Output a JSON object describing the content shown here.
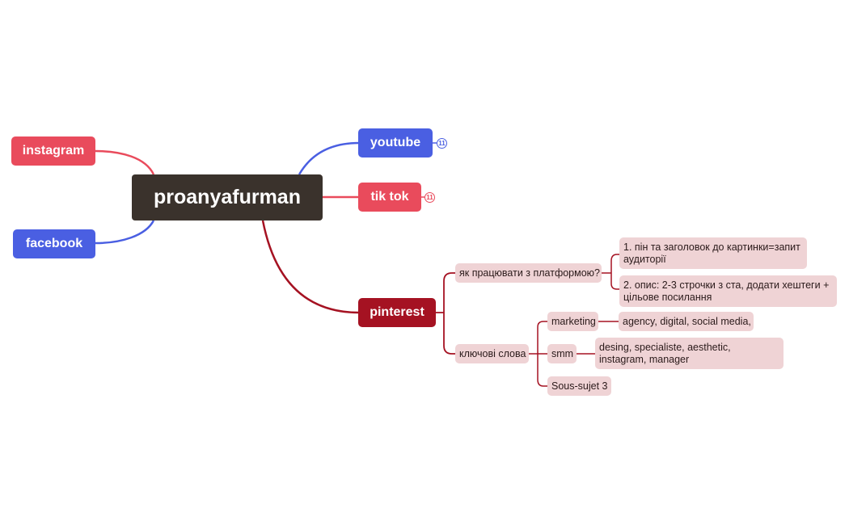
{
  "central": {
    "label": "proanyafurman"
  },
  "topics": {
    "instagram": {
      "label": "instagram"
    },
    "facebook": {
      "label": "facebook"
    },
    "youtube": {
      "label": "youtube",
      "collapsed_badge": "11"
    },
    "tiktok": {
      "label": "tik tok",
      "collapsed_badge": "11"
    },
    "pinterest": {
      "label": "pinterest"
    }
  },
  "pinterest": {
    "how_to": {
      "label": "як працювати з платформою?",
      "items": [
        "1. пін та заголовок до картинки=запит аудиторії",
        "2. опис: 2-3 строчки з ста, додати хештеги + цільове посилання"
      ]
    },
    "keywords": {
      "label": "ключові слова",
      "marketing": {
        "label": "marketing",
        "detail": "agency, digital, social media,"
      },
      "smm": {
        "label": "smm",
        "detail": "desing, specialiste, aesthetic, instagram, manager"
      },
      "sous_sujet": {
        "label": "Sous-sujet 3"
      }
    }
  },
  "colors": {
    "central_bg": "#3a322c",
    "red_topic": "#e94b5c",
    "blue_topic": "#4a5fe2",
    "dark_red_topic": "#a51222",
    "subtopic_bg": "#efd3d5"
  }
}
